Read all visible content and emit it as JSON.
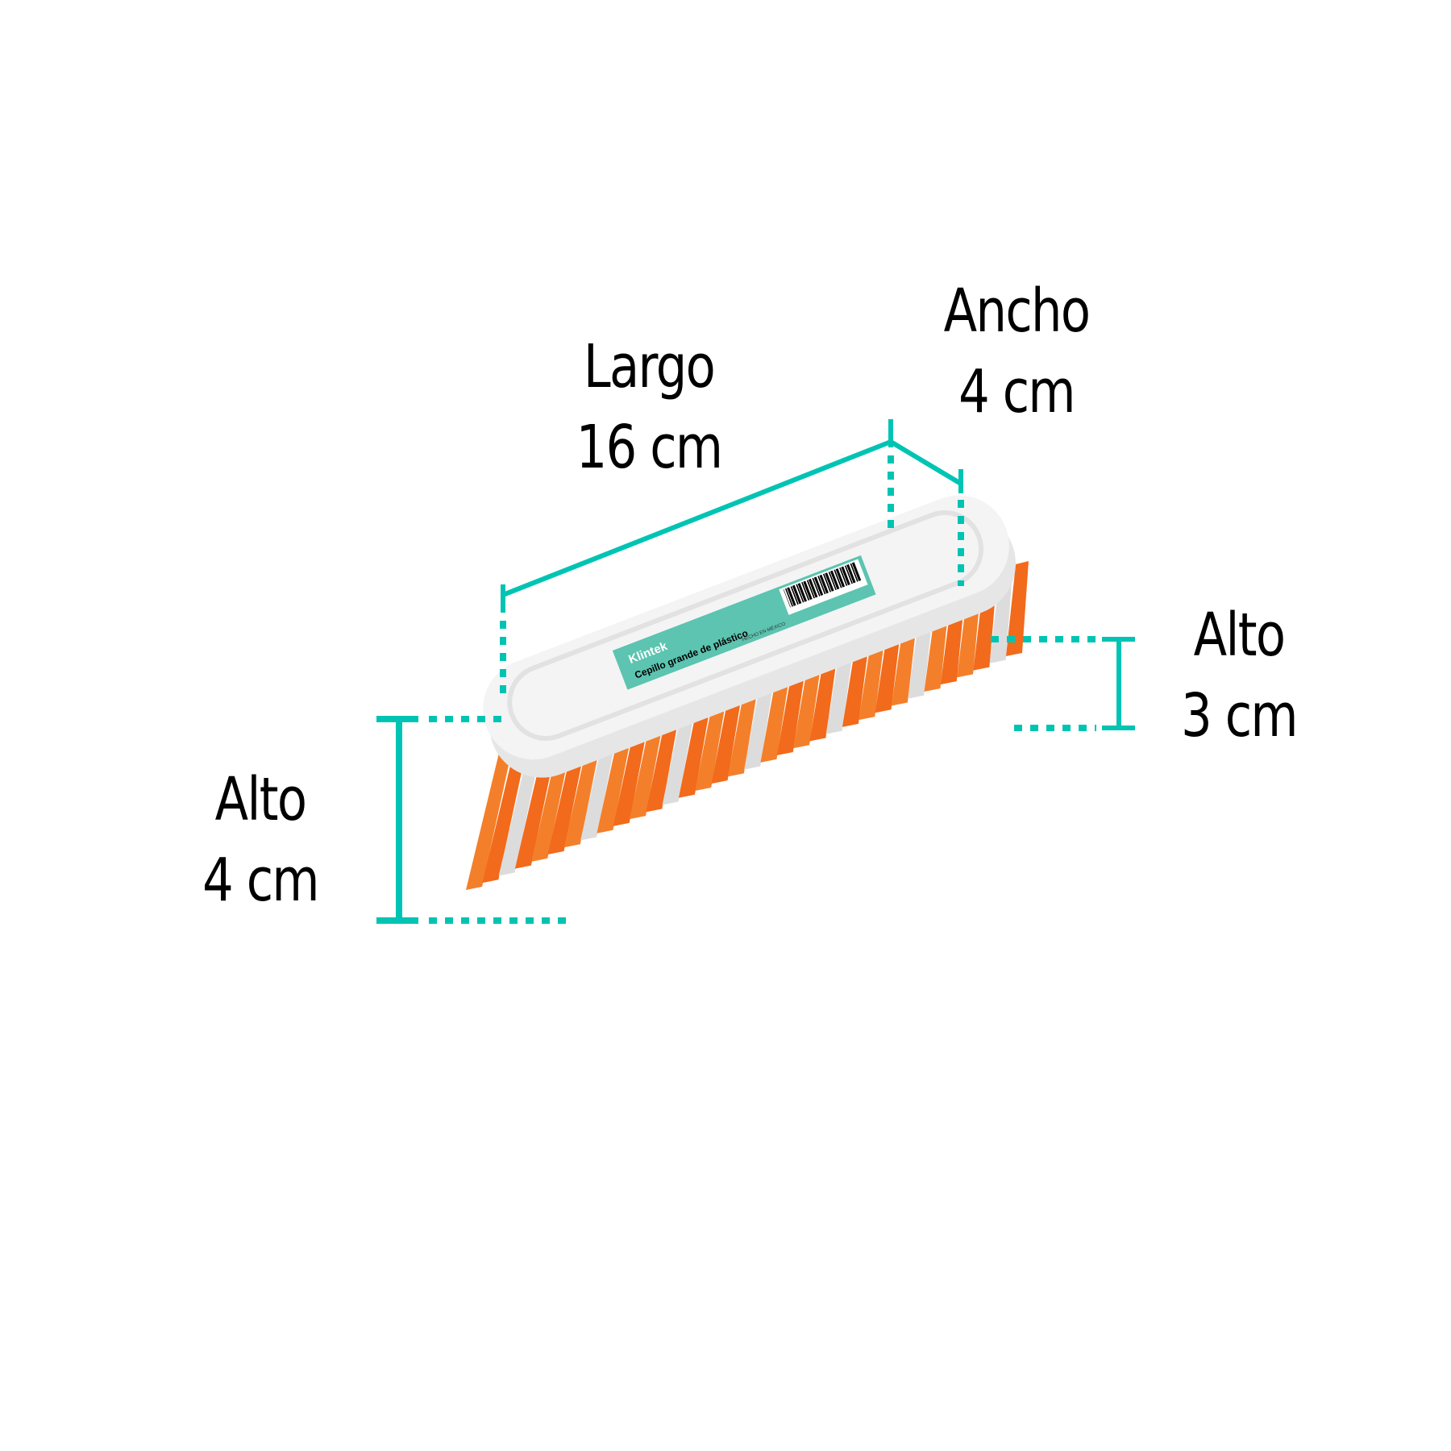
{
  "accent_color": "#00c4b3",
  "dimensions": {
    "largo": {
      "label": "Largo",
      "value": "16 cm"
    },
    "ancho": {
      "label": "Ancho",
      "value": "4 cm"
    },
    "alto_right": {
      "label": "Alto",
      "value": "3 cm"
    },
    "alto_left": {
      "label": "Alto",
      "value": "4 cm"
    }
  },
  "product_label": {
    "brand": "Klintek",
    "name": "Cepillo grande de plástico",
    "origin": "HECHO EN MÉXICO"
  },
  "product_colors": {
    "body": "#f2f2f2",
    "bristles": "#f26a1b",
    "label": "#5cc4b0"
  }
}
